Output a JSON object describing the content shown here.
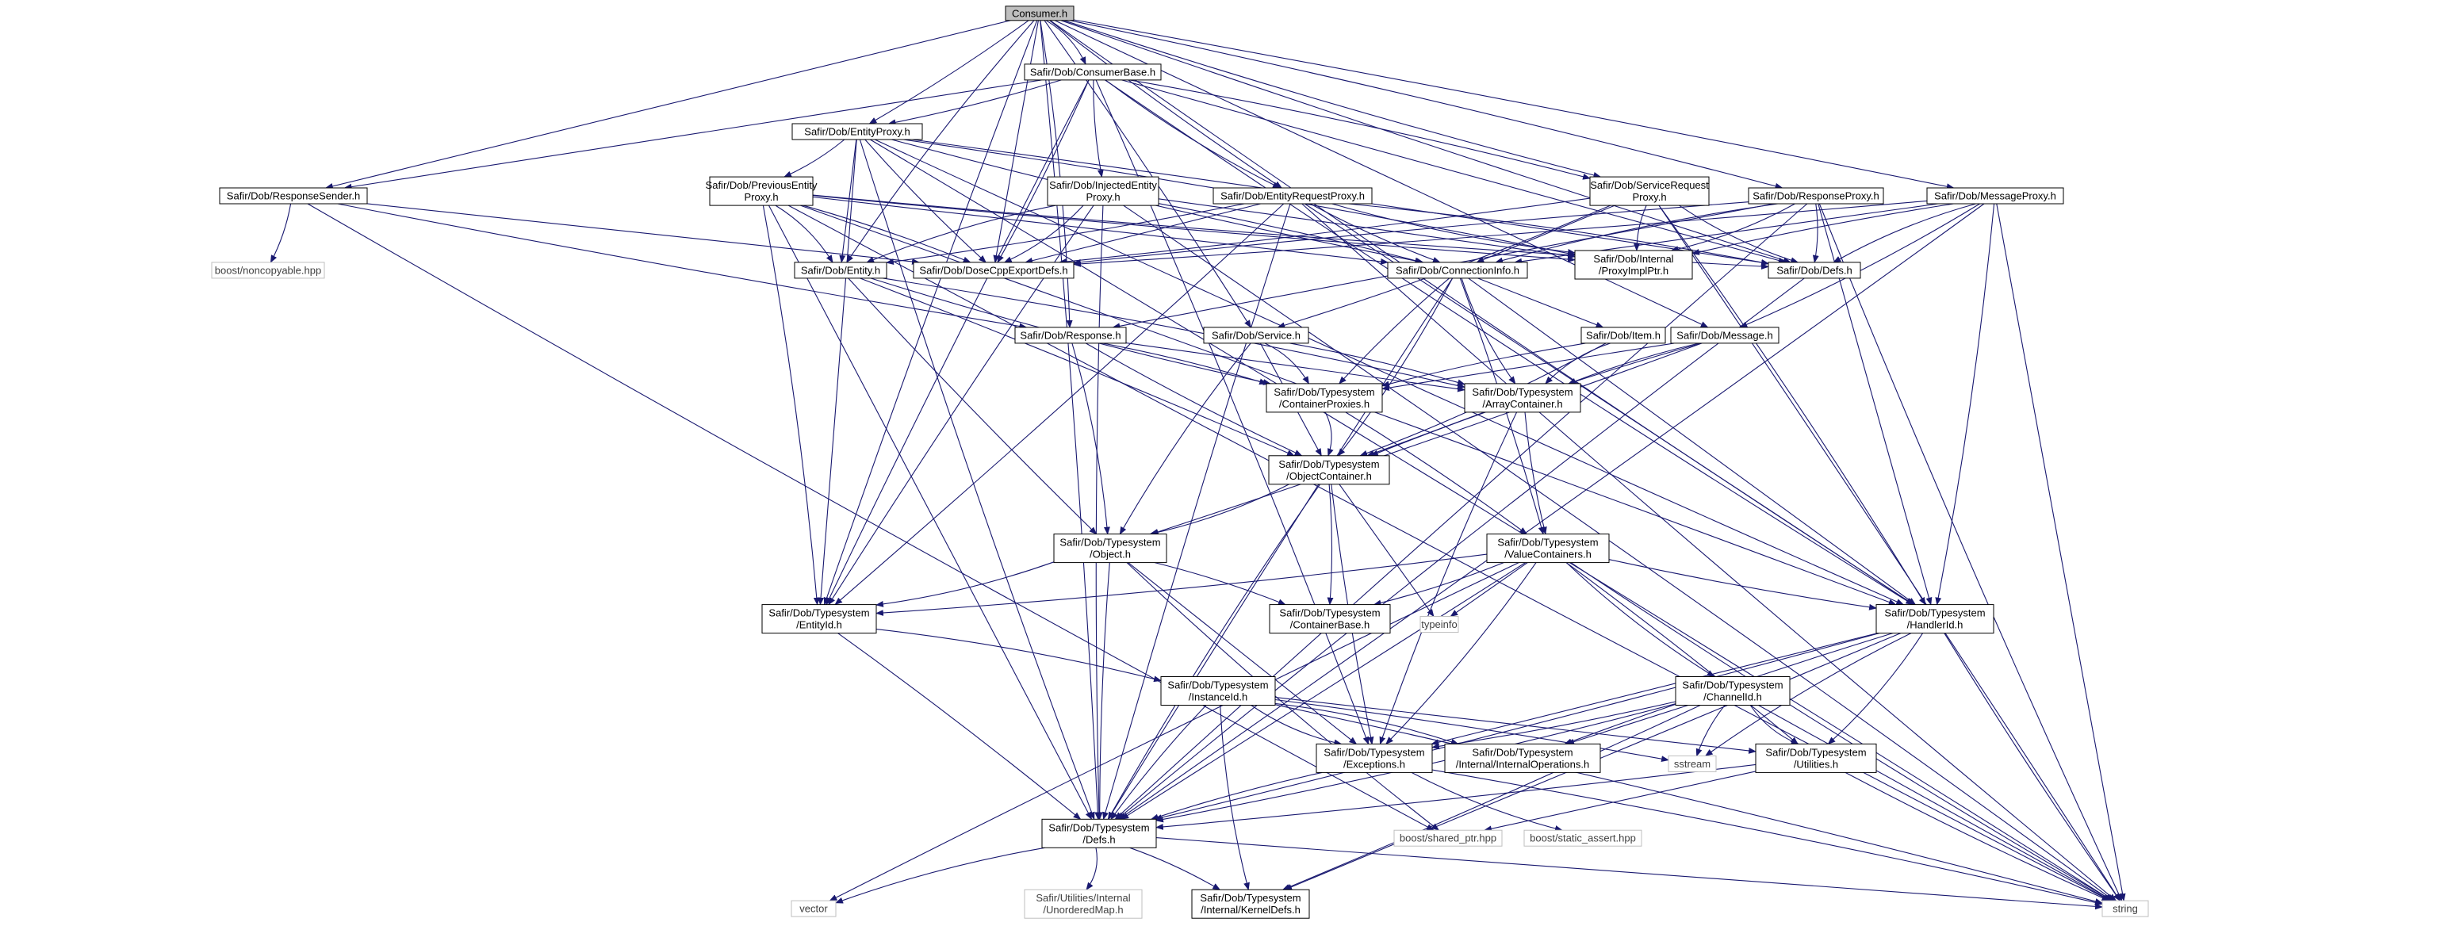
{
  "diagram": {
    "colors": {
      "edge": "#191970",
      "node_border": "#000000",
      "external_border": "#bfbfbf",
      "root_fill": "#bfbfbf",
      "background": "#ffffff"
    },
    "nodes": [
      {
        "id": "consumer",
        "label": [
          "Consumer.h"
        ],
        "kind": "root"
      },
      {
        "id": "consumerbase",
        "label": [
          "Safir/Dob/ConsumerBase.h"
        ],
        "kind": "internal"
      },
      {
        "id": "entityproxy",
        "label": [
          "Safir/Dob/EntityProxy.h"
        ],
        "kind": "internal"
      },
      {
        "id": "responsesender",
        "label": [
          "Safir/Dob/ResponseSender.h"
        ],
        "kind": "internal"
      },
      {
        "id": "prevproxy",
        "label": [
          "Safir/Dob/PreviousEntity",
          "Proxy.h"
        ],
        "kind": "internal"
      },
      {
        "id": "injproxy",
        "label": [
          "Safir/Dob/InjectedEntity",
          "Proxy.h"
        ],
        "kind": "internal"
      },
      {
        "id": "entreqproxy",
        "label": [
          "Safir/Dob/EntityRequestProxy.h"
        ],
        "kind": "internal"
      },
      {
        "id": "svcreqproxy",
        "label": [
          "Safir/Dob/ServiceRequest",
          "Proxy.h"
        ],
        "kind": "internal"
      },
      {
        "id": "respproxy",
        "label": [
          "Safir/Dob/ResponseProxy.h"
        ],
        "kind": "internal"
      },
      {
        "id": "msgproxy",
        "label": [
          "Safir/Dob/MessageProxy.h"
        ],
        "kind": "internal"
      },
      {
        "id": "noncopyable",
        "label": [
          "boost/noncopyable.hpp"
        ],
        "kind": "external"
      },
      {
        "id": "entity",
        "label": [
          "Safir/Dob/Entity.h"
        ],
        "kind": "internal"
      },
      {
        "id": "dosecpp",
        "label": [
          "Safir/Dob/DoseCppExportDefs.h"
        ],
        "kind": "internal"
      },
      {
        "id": "conninfo",
        "label": [
          "Safir/Dob/ConnectionInfo.h"
        ],
        "kind": "internal"
      },
      {
        "id": "proxyimpl",
        "label": [
          "Safir/Dob/Internal",
          "/ProxyImplPtr.h"
        ],
        "kind": "internal"
      },
      {
        "id": "dobdefs",
        "label": [
          "Safir/Dob/Defs.h"
        ],
        "kind": "internal"
      },
      {
        "id": "response",
        "label": [
          "Safir/Dob/Response.h"
        ],
        "kind": "internal"
      },
      {
        "id": "service",
        "label": [
          "Safir/Dob/Service.h"
        ],
        "kind": "internal"
      },
      {
        "id": "item",
        "label": [
          "Safir/Dob/Item.h"
        ],
        "kind": "internal"
      },
      {
        "id": "message",
        "label": [
          "Safir/Dob/Message.h"
        ],
        "kind": "internal"
      },
      {
        "id": "contproxies",
        "label": [
          "Safir/Dob/Typesystem",
          "/ContainerProxies.h"
        ],
        "kind": "internal"
      },
      {
        "id": "arraycont",
        "label": [
          "Safir/Dob/Typesystem",
          "/ArrayContainer.h"
        ],
        "kind": "internal"
      },
      {
        "id": "objcont",
        "label": [
          "Safir/Dob/Typesystem",
          "/ObjectContainer.h"
        ],
        "kind": "internal"
      },
      {
        "id": "object",
        "label": [
          "Safir/Dob/Typesystem",
          "/Object.h"
        ],
        "kind": "internal"
      },
      {
        "id": "valconts",
        "label": [
          "Safir/Dob/Typesystem",
          "/ValueContainers.h"
        ],
        "kind": "internal"
      },
      {
        "id": "entityid",
        "label": [
          "Safir/Dob/Typesystem",
          "/EntityId.h"
        ],
        "kind": "internal"
      },
      {
        "id": "contbase",
        "label": [
          "Safir/Dob/Typesystem",
          "/ContainerBase.h"
        ],
        "kind": "internal"
      },
      {
        "id": "typeinfo",
        "label": [
          "typeinfo"
        ],
        "kind": "external"
      },
      {
        "id": "handlerid",
        "label": [
          "Safir/Dob/Typesystem",
          "/HandlerId.h"
        ],
        "kind": "internal"
      },
      {
        "id": "instanceid",
        "label": [
          "Safir/Dob/Typesystem",
          "/InstanceId.h"
        ],
        "kind": "internal"
      },
      {
        "id": "channelid",
        "label": [
          "Safir/Dob/Typesystem",
          "/ChannelId.h"
        ],
        "kind": "internal"
      },
      {
        "id": "exceptions",
        "label": [
          "Safir/Dob/Typesystem",
          "/Exceptions.h"
        ],
        "kind": "internal"
      },
      {
        "id": "internalops",
        "label": [
          "Safir/Dob/Typesystem",
          "/Internal/InternalOperations.h"
        ],
        "kind": "internal"
      },
      {
        "id": "sstream",
        "label": [
          "sstream"
        ],
        "kind": "external"
      },
      {
        "id": "utilities",
        "label": [
          "Safir/Dob/Typesystem",
          "/Utilities.h"
        ],
        "kind": "internal"
      },
      {
        "id": "tsdefs",
        "label": [
          "Safir/Dob/Typesystem",
          "/Defs.h"
        ],
        "kind": "internal"
      },
      {
        "id": "sharedptr",
        "label": [
          "boost/shared_ptr.hpp"
        ],
        "kind": "external"
      },
      {
        "id": "staticassert",
        "label": [
          "boost/static_assert.hpp"
        ],
        "kind": "external"
      },
      {
        "id": "vector",
        "label": [
          "vector"
        ],
        "kind": "external"
      },
      {
        "id": "unorderedmap",
        "label": [
          "Safir/Utilities/Internal",
          "/UnorderedMap.h"
        ],
        "kind": "external"
      },
      {
        "id": "kerneldefs",
        "label": [
          "Safir/Dob/Typesystem",
          "/Internal/KernelDefs.h"
        ],
        "kind": "internal"
      },
      {
        "id": "string",
        "label": [
          "string"
        ],
        "kind": "external"
      }
    ],
    "edges": [
      [
        "consumer",
        "consumerbase"
      ],
      [
        "consumer",
        "entityproxy"
      ],
      [
        "consumer",
        "responsesender"
      ],
      [
        "consumer",
        "entreqproxy"
      ],
      [
        "consumer",
        "svcreqproxy"
      ],
      [
        "consumer",
        "respproxy"
      ],
      [
        "consumer",
        "msgproxy"
      ],
      [
        "consumer",
        "dosecpp"
      ],
      [
        "consumer",
        "dobdefs"
      ],
      [
        "consumer",
        "entity"
      ],
      [
        "consumer",
        "response"
      ],
      [
        "consumer",
        "service"
      ],
      [
        "consumer",
        "message"
      ],
      [
        "consumer",
        "entityid"
      ],
      [
        "consumer",
        "handlerid"
      ],
      [
        "consumer",
        "tsdefs"
      ],
      [
        "consumerbase",
        "entityproxy"
      ],
      [
        "consumerbase",
        "responsesender"
      ],
      [
        "consumerbase",
        "injproxy"
      ],
      [
        "consumerbase",
        "entreqproxy"
      ],
      [
        "consumerbase",
        "svcreqproxy"
      ],
      [
        "consumerbase",
        "dosecpp"
      ],
      [
        "consumerbase",
        "dobdefs"
      ],
      [
        "consumerbase",
        "entityid"
      ],
      [
        "consumerbase",
        "handlerid"
      ],
      [
        "consumerbase",
        "exceptions"
      ],
      [
        "entityproxy",
        "prevproxy"
      ],
      [
        "entityproxy",
        "entity"
      ],
      [
        "entityproxy",
        "dosecpp"
      ],
      [
        "entityproxy",
        "conninfo"
      ],
      [
        "entityproxy",
        "proxyimpl"
      ],
      [
        "entityproxy",
        "dobdefs"
      ],
      [
        "entityproxy",
        "entityid"
      ],
      [
        "entityproxy",
        "handlerid"
      ],
      [
        "entityproxy",
        "tsdefs"
      ],
      [
        "entityproxy",
        "string"
      ],
      [
        "responsesender",
        "noncopyable"
      ],
      [
        "responsesender",
        "dosecpp"
      ],
      [
        "responsesender",
        "response"
      ],
      [
        "responsesender",
        "sharedptr"
      ],
      [
        "prevproxy",
        "entity"
      ],
      [
        "prevproxy",
        "dosecpp"
      ],
      [
        "prevproxy",
        "conninfo"
      ],
      [
        "prevproxy",
        "proxyimpl"
      ],
      [
        "prevproxy",
        "dobdefs"
      ],
      [
        "prevproxy",
        "entityid"
      ],
      [
        "prevproxy",
        "handlerid"
      ],
      [
        "prevproxy",
        "tsdefs"
      ],
      [
        "prevproxy",
        "string"
      ],
      [
        "injproxy",
        "entity"
      ],
      [
        "injproxy",
        "dosecpp"
      ],
      [
        "injproxy",
        "conninfo"
      ],
      [
        "injproxy",
        "proxyimpl"
      ],
      [
        "injproxy",
        "entityid"
      ],
      [
        "injproxy",
        "tsdefs"
      ],
      [
        "injproxy",
        "string"
      ],
      [
        "entreqproxy",
        "entity"
      ],
      [
        "entreqproxy",
        "dosecpp"
      ],
      [
        "entreqproxy",
        "conninfo"
      ],
      [
        "entreqproxy",
        "proxyimpl"
      ],
      [
        "entreqproxy",
        "dobdefs"
      ],
      [
        "entreqproxy",
        "entityid"
      ],
      [
        "entreqproxy",
        "handlerid"
      ],
      [
        "entreqproxy",
        "tsdefs"
      ],
      [
        "entreqproxy",
        "string"
      ],
      [
        "svcreqproxy",
        "service"
      ],
      [
        "svcreqproxy",
        "dosecpp"
      ],
      [
        "svcreqproxy",
        "conninfo"
      ],
      [
        "svcreqproxy",
        "proxyimpl"
      ],
      [
        "svcreqproxy",
        "dobdefs"
      ],
      [
        "svcreqproxy",
        "handlerid"
      ],
      [
        "svcreqproxy",
        "string"
      ],
      [
        "respproxy",
        "response"
      ],
      [
        "respproxy",
        "dosecpp"
      ],
      [
        "respproxy",
        "conninfo"
      ],
      [
        "respproxy",
        "proxyimpl"
      ],
      [
        "respproxy",
        "dobdefs"
      ],
      [
        "respproxy",
        "handlerid"
      ],
      [
        "respproxy",
        "tsdefs"
      ],
      [
        "respproxy",
        "string"
      ],
      [
        "msgproxy",
        "message"
      ],
      [
        "msgproxy",
        "dosecpp"
      ],
      [
        "msgproxy",
        "conninfo"
      ],
      [
        "msgproxy",
        "proxyimpl"
      ],
      [
        "msgproxy",
        "dobdefs"
      ],
      [
        "msgproxy",
        "handlerid"
      ],
      [
        "msgproxy",
        "tsdefs"
      ],
      [
        "msgproxy",
        "string"
      ],
      [
        "entity",
        "object"
      ],
      [
        "entity",
        "contproxies"
      ],
      [
        "entity",
        "arraycont"
      ],
      [
        "entity",
        "objcont"
      ],
      [
        "conninfo",
        "item"
      ],
      [
        "conninfo",
        "contproxies"
      ],
      [
        "conninfo",
        "arraycont"
      ],
      [
        "conninfo",
        "objcont"
      ],
      [
        "conninfo",
        "valconts"
      ],
      [
        "conninfo",
        "handlerid"
      ],
      [
        "conninfo",
        "tsdefs"
      ],
      [
        "dobdefs",
        "tsdefs"
      ],
      [
        "response",
        "object"
      ],
      [
        "response",
        "contproxies"
      ],
      [
        "response",
        "arraycont"
      ],
      [
        "response",
        "objcont"
      ],
      [
        "service",
        "object"
      ],
      [
        "service",
        "contproxies"
      ],
      [
        "service",
        "arraycont"
      ],
      [
        "service",
        "objcont"
      ],
      [
        "item",
        "contproxies"
      ],
      [
        "item",
        "arraycont"
      ],
      [
        "item",
        "objcont"
      ],
      [
        "message",
        "object"
      ],
      [
        "message",
        "contproxies"
      ],
      [
        "message",
        "arraycont"
      ],
      [
        "message",
        "objcont"
      ],
      [
        "contproxies",
        "objcont"
      ],
      [
        "contproxies",
        "valconts"
      ],
      [
        "arraycont",
        "objcont"
      ],
      [
        "arraycont",
        "valconts"
      ],
      [
        "arraycont",
        "exceptions"
      ],
      [
        "objcont",
        "object"
      ],
      [
        "objcont",
        "contbase"
      ],
      [
        "objcont",
        "typeinfo"
      ],
      [
        "objcont",
        "exceptions"
      ],
      [
        "objcont",
        "tsdefs"
      ],
      [
        "object",
        "entityid"
      ],
      [
        "object",
        "contbase"
      ],
      [
        "object",
        "exceptions"
      ],
      [
        "object",
        "tsdefs"
      ],
      [
        "object",
        "sharedptr"
      ],
      [
        "valconts",
        "entityid"
      ],
      [
        "valconts",
        "contbase"
      ],
      [
        "valconts",
        "typeinfo"
      ],
      [
        "valconts",
        "handlerid"
      ],
      [
        "valconts",
        "channelid"
      ],
      [
        "valconts",
        "exceptions"
      ],
      [
        "valconts",
        "utilities"
      ],
      [
        "valconts",
        "tsdefs"
      ],
      [
        "valconts",
        "vector"
      ],
      [
        "valconts",
        "string"
      ],
      [
        "entityid",
        "instanceid"
      ],
      [
        "entityid",
        "tsdefs"
      ],
      [
        "handlerid",
        "exceptions"
      ],
      [
        "handlerid",
        "internalops"
      ],
      [
        "handlerid",
        "sstream"
      ],
      [
        "handlerid",
        "utilities"
      ],
      [
        "handlerid",
        "tsdefs"
      ],
      [
        "handlerid",
        "kerneldefs"
      ],
      [
        "handlerid",
        "string"
      ],
      [
        "instanceid",
        "exceptions"
      ],
      [
        "instanceid",
        "internalops"
      ],
      [
        "instanceid",
        "sstream"
      ],
      [
        "instanceid",
        "utilities"
      ],
      [
        "instanceid",
        "tsdefs"
      ],
      [
        "instanceid",
        "kerneldefs"
      ],
      [
        "instanceid",
        "string"
      ],
      [
        "channelid",
        "exceptions"
      ],
      [
        "channelid",
        "internalops"
      ],
      [
        "channelid",
        "sstream"
      ],
      [
        "channelid",
        "utilities"
      ],
      [
        "channelid",
        "tsdefs"
      ],
      [
        "channelid",
        "kerneldefs"
      ],
      [
        "channelid",
        "string"
      ],
      [
        "exceptions",
        "tsdefs"
      ],
      [
        "exceptions",
        "staticassert"
      ],
      [
        "exceptions",
        "string"
      ],
      [
        "utilities",
        "tsdefs"
      ],
      [
        "utilities",
        "sharedptr"
      ],
      [
        "utilities",
        "string"
      ],
      [
        "tsdefs",
        "vector"
      ],
      [
        "tsdefs",
        "unorderedmap"
      ],
      [
        "tsdefs",
        "kerneldefs"
      ],
      [
        "tsdefs",
        "string"
      ]
    ]
  }
}
